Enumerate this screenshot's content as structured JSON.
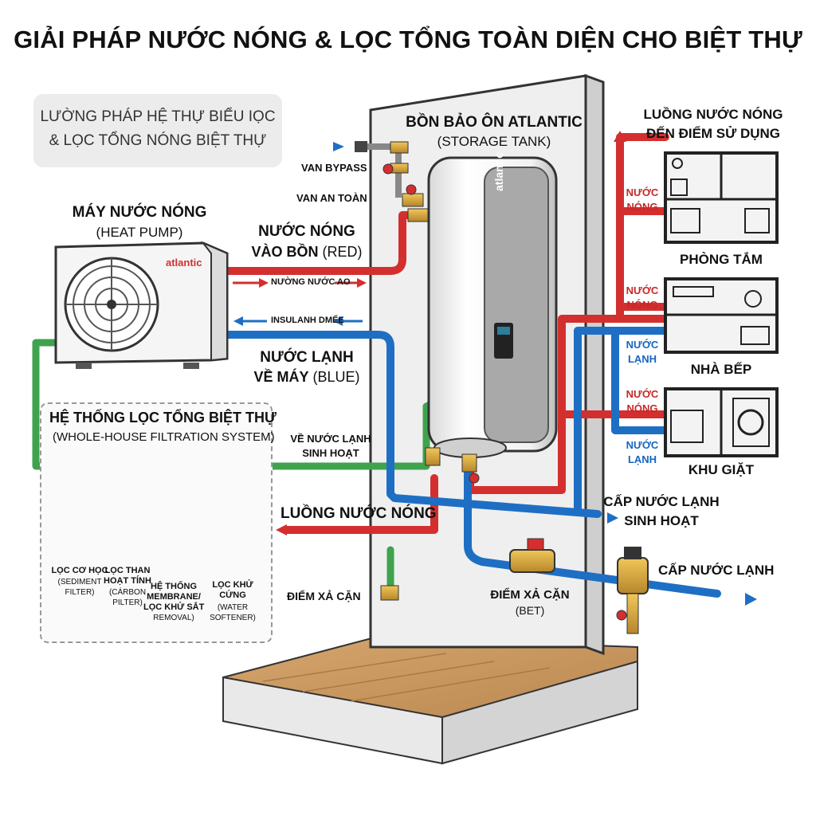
{
  "title": "GIẢI PHÁP NƯỚC NÓNG & LỌC TỔNG TOÀN DIỆN CHO BIỆT THỰ",
  "info_box": {
    "line1": "LƯỜNG PHÁP HỆ THỰ BIỂU IỌC",
    "line2": "& LỌC TỔNG NÓNG BIỆT THỰ"
  },
  "heat_pump": {
    "label": "MÁY NƯỚC NÓNG",
    "sublabel": "(HEAT PUMP)",
    "brand": "atlantic"
  },
  "tank": {
    "label": "BỒN BẢO ÔN ATLANTIC",
    "sublabel": "(STORAGE TANK)",
    "brand": "atlantic"
  },
  "valves": {
    "bypass": "VAN BYPASS",
    "safety": "VAN AN TOÀN"
  },
  "pipes": {
    "hot_in_line1": "NƯỚC NÓNG",
    "hot_in_line2": "VÀO BỒN",
    "hot_in_color": "(RED)",
    "hot_arrow": "NƯỜNG NƯỚC AO",
    "cold_arrow": "INSULANH DMẾE",
    "cold_back_line1": "NƯỚC LẠNH",
    "cold_back_line2": "VỀ MÁY",
    "cold_back_color": "(BLUE)",
    "domestic_return_line1": "VỀ NƯỚC LẠNH",
    "domestic_return_line2": "SINH HOẠT",
    "hot_flow": "LUỒNG NƯỚC NÓNG",
    "drain_left": "ĐIỂM XẢ CẶN",
    "drain_right": "ĐIỂM XẢ CẶN",
    "drain_right_sub": "(BET)",
    "cold_supply_domestic_line1": "CẤP NƯỚC LẠNH",
    "cold_supply_domestic_line2": "SINH HOẠT",
    "cold_supply": "CẤP NƯỚC LẠNH"
  },
  "filtration": {
    "title": "HỆ THỐNG LỌC TỔNG BIỆT THỰ",
    "subtitle": "(WHOLE-HOUSE FILTRATION SYSTEM)",
    "f1_name": "LỌC CƠ HỌC",
    "f1_en1": "(SEDIMENT",
    "f1_en2": "FILTER)",
    "f2_name1": "LỌC THAN",
    "f2_name2": "HOẠT TÍNH",
    "f2_en1": "(CÁRBON",
    "f2_en2": "PILTER)",
    "f3_name1": "HỆ THỐNG",
    "f3_name2": "MEMBRANE/",
    "f3_name3": "LỌC KHỬ SẮT",
    "f3_en": "REMOVAL)",
    "f4_name1": "LỌC KHỬ",
    "f4_name2": "CỨNG",
    "f4_en1": "(WATER",
    "f4_en2": "SOFTENER)"
  },
  "use_points": {
    "header1": "LUỒNG NƯỚC NÓNG",
    "header2": "ĐẾN ĐIỂM SỬ DỤNG",
    "hot1": "NƯỚC",
    "hot2": "NÓNG",
    "cold1": "NƯỚC",
    "cold2": "LẠNH",
    "bathroom": "PHÒNG TẮM",
    "kitchen": "NHÀ BẾP",
    "laundry": "KHU GIẶT"
  },
  "colors": {
    "hot": "#d32f2f",
    "cold": "#1e6fc4",
    "filter_line": "#3fa34d",
    "wall": "#ececec",
    "floor": "#c49660"
  }
}
